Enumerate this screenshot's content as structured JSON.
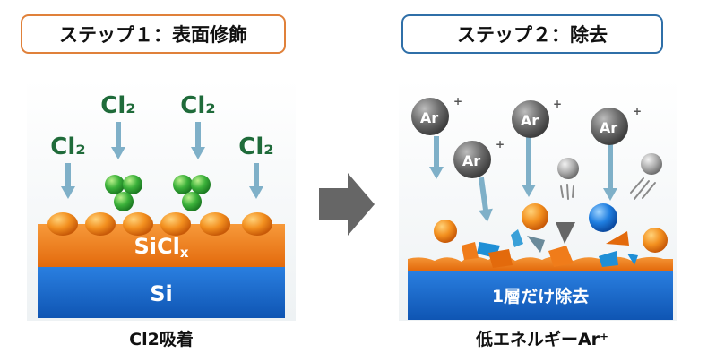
{
  "step1": {
    "title": "ステップ１：表面修飾",
    "caption": "Cl2吸着",
    "border_color": "#e0813a"
  },
  "step2": {
    "title": "ステップ２：除去",
    "caption": "低エネルギーAr⁺",
    "border_color": "#2f6fa8"
  },
  "labels": {
    "cl2": "Cl₂",
    "sicl_main": "SiCl",
    "sicl_sub": "x",
    "si": "Si",
    "ar_main": "Ar",
    "ar_sup": "+",
    "removal_layer": "1層だけ除去"
  },
  "colors": {
    "orange": "#f07c1a",
    "blue": "#1467c8",
    "chlorine_green": "#2fa83a",
    "cl2_text": "#1f6b3a",
    "ar_gray": "#6d6d6d",
    "arrow_blue": "#7fb0c8",
    "big_arrow": "#666666"
  }
}
